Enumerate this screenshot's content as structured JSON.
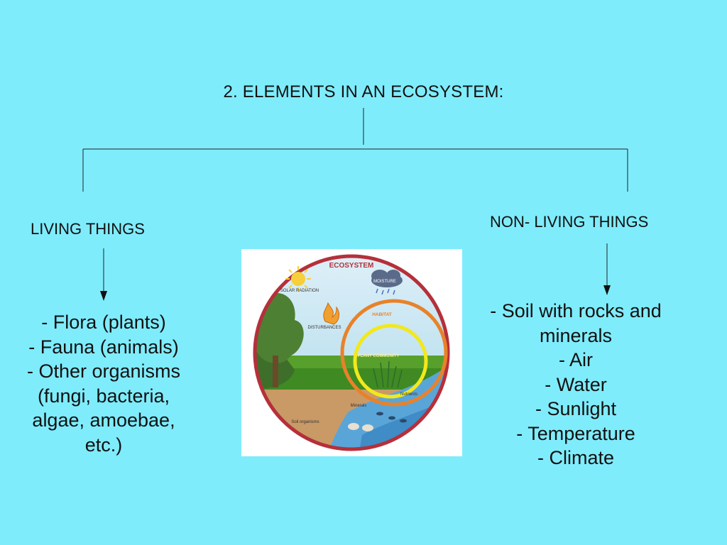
{
  "title": "2. ELEMENTS IN AN ECOSYSTEM:",
  "living": {
    "heading": "LIVING THINGS",
    "items": [
      "- Flora (plants)",
      "- Fauna (animals)",
      "- Other organisms",
      "(fungi, bacteria,",
      "algae, amoebae,",
      "etc.)"
    ]
  },
  "non_living": {
    "heading": "NON- LIVING THINGS",
    "items": [
      "- Soil with rocks and",
      "minerals",
      "- Air",
      "- Water",
      "- Sunlight",
      "- Temperature",
      "- Climate"
    ]
  },
  "illustration": {
    "title": "ECOSYSTEM",
    "labels": {
      "solar": "SOLAR RADIATION",
      "moisture": "MOISTURE",
      "disturbances": "DISTURBANCES",
      "habitat": "HABITAT",
      "plant_community": "PLANT COMMUNITY",
      "nutrients": "Nutrients",
      "minerals": "Minerals",
      "soil": "Soil organisms"
    }
  },
  "colors": {
    "background": "#7fecfc",
    "ring": "#b5303a",
    "habitat_ring": "#e8822a",
    "community_ring": "#f2e81c"
  }
}
